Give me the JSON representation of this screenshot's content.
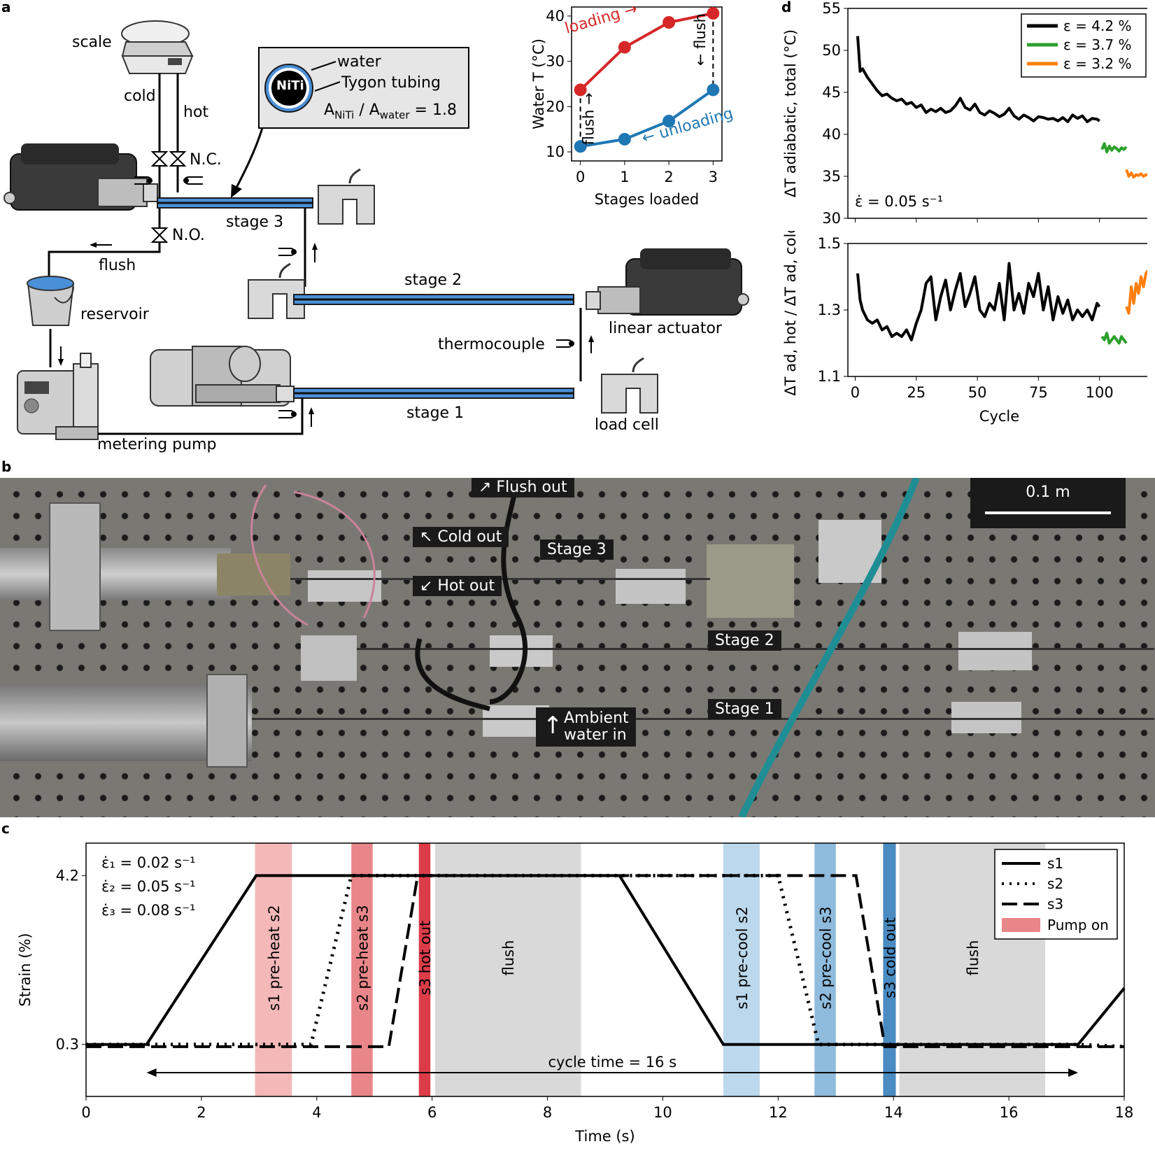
{
  "panels": {
    "a": "a",
    "b": "b",
    "c": "c",
    "d": "d"
  },
  "schematic": {
    "scale": "scale",
    "cold": "cold",
    "hot": "hot",
    "nc": "N.C.",
    "no": "N.O.",
    "flush": "flush",
    "reservoir": "reservoir",
    "metering_pump": "metering pump",
    "stage1": "stage 1",
    "stage2": "stage 2",
    "stage3": "stage 3",
    "linear_actuator": "linear actuator",
    "load_cell": "load cell",
    "thermocouple": "thermocouple",
    "inset": {
      "niti": "NiTi",
      "water": "water",
      "tygon": "Tygon tubing",
      "ratio": "A",
      "ratio_sub1": "NiTi",
      "ratio_mid": " / A",
      "ratio_sub2": "water",
      "ratio_val": " = 1.8"
    }
  },
  "photo": {
    "flush_out": "↗ Flush out",
    "cold_out": "↖ Cold out",
    "hot_out": "↙ Hot out",
    "stage3": "Stage 3",
    "stage2": "Stage 2",
    "stage1": "Stage 1",
    "ambient1": "Ambient",
    "ambient2": "water in",
    "scale_bar": "0.1 m"
  },
  "colors": {
    "loading": "#d62728",
    "unloading": "#1f77b4",
    "green": "#2ca02c",
    "orange": "#ff7f0e",
    "tube": "#4a90d9"
  },
  "chart_data": [
    {
      "id": "water_temperature",
      "type": "line",
      "xlabel": "Stages loaded",
      "ylabel": "Water T (°C)",
      "xlim": [
        -0.2,
        3.2
      ],
      "ylim": [
        8,
        42
      ],
      "xticks": [
        0,
        1,
        2,
        3
      ],
      "yticks": [
        10,
        20,
        30,
        40
      ],
      "series": [
        {
          "name": "loading →",
          "x": [
            0,
            1,
            2,
            3
          ],
          "values": [
            23.7,
            33.1,
            38.6,
            40.6
          ]
        },
        {
          "name": "← unloading",
          "x": [
            0,
            1,
            2,
            3
          ],
          "values": [
            11.2,
            12.8,
            16.8,
            23.7
          ]
        }
      ],
      "annotations": [
        "flush →",
        "← flush"
      ]
    },
    {
      "id": "delta_T_total",
      "type": "line",
      "ylabel": "ΔT adiabatic, total (°C)",
      "xlim": [
        -3,
        121
      ],
      "ylim": [
        30,
        55
      ],
      "yticks": [
        30,
        35,
        40,
        45,
        50,
        55
      ],
      "annotation": "ε̇ = 0.05 s⁻¹",
      "series": [
        {
          "name": "ε = 4.2 %",
          "x": [
            1,
            2,
            3,
            5,
            7,
            9,
            11,
            13,
            15,
            17,
            19,
            21,
            23,
            25,
            27,
            29,
            31,
            33,
            35,
            37,
            39,
            41,
            43,
            45,
            47,
            49,
            51,
            53,
            55,
            57,
            59,
            61,
            63,
            65,
            67,
            69,
            71,
            73,
            75,
            77,
            79,
            81,
            83,
            85,
            87,
            89,
            91,
            93,
            95,
            97,
            99,
            100
          ],
          "values": [
            51.7,
            47.5,
            47.8,
            46.8,
            46.0,
            45.2,
            44.6,
            44.8,
            44.3,
            44.0,
            44.2,
            43.6,
            43.8,
            43.2,
            43.5,
            42.6,
            43.0,
            42.7,
            43.1,
            42.6,
            42.8,
            43.4,
            44.3,
            43.2,
            42.9,
            43.6,
            42.6,
            42.3,
            42.8,
            42.5,
            42.1,
            42.4,
            43.1,
            42.2,
            41.8,
            42.3,
            42.0,
            41.6,
            42.1,
            42.0,
            41.8,
            41.9,
            41.6,
            42.0,
            41.5,
            42.3,
            41.9,
            42.2,
            41.5,
            41.9,
            41.8,
            41.6
          ]
        },
        {
          "name": "ε = 3.7 %",
          "x": [
            101,
            102,
            103,
            104,
            105,
            106,
            107,
            108,
            109,
            110,
            111
          ],
          "values": [
            38.2,
            38.9,
            37.9,
            38.6,
            38.1,
            38.5,
            38.3,
            38.0,
            38.4,
            38.2,
            38.5
          ]
        },
        {
          "name": "ε = 3.2 %",
          "x": [
            111,
            112,
            113,
            114,
            115,
            116,
            117,
            118,
            119,
            120
          ],
          "values": [
            35.8,
            35.0,
            35.4,
            34.9,
            35.2,
            35.1,
            35.3,
            35.0,
            35.2,
            35.1
          ]
        }
      ]
    },
    {
      "id": "delta_T_ratio",
      "type": "line",
      "xlabel": "Cycle",
      "ylabel": "ΔT ad, hot / ΔT ad, cold",
      "xlim": [
        -3,
        121
      ],
      "ylim": [
        1.1,
        1.5
      ],
      "xticks": [
        0,
        25,
        50,
        75,
        100
      ],
      "yticks": [
        1.1,
        1.3,
        1.5
      ],
      "series": [
        {
          "name": "ε = 4.2 %",
          "x": [
            1,
            2,
            3,
            5,
            7,
            9,
            11,
            13,
            15,
            17,
            19,
            21,
            23,
            25,
            27,
            29,
            31,
            33,
            35,
            37,
            39,
            41,
            43,
            45,
            47,
            49,
            51,
            53,
            55,
            57,
            59,
            61,
            63,
            65,
            67,
            69,
            71,
            73,
            75,
            77,
            79,
            81,
            83,
            85,
            87,
            89,
            91,
            93,
            95,
            97,
            99,
            100
          ],
          "values": [
            1.41,
            1.33,
            1.3,
            1.27,
            1.26,
            1.27,
            1.24,
            1.25,
            1.22,
            1.23,
            1.22,
            1.24,
            1.21,
            1.26,
            1.3,
            1.38,
            1.4,
            1.27,
            1.34,
            1.39,
            1.3,
            1.36,
            1.41,
            1.31,
            1.35,
            1.4,
            1.3,
            1.28,
            1.32,
            1.3,
            1.38,
            1.27,
            1.44,
            1.3,
            1.35,
            1.29,
            1.38,
            1.34,
            1.41,
            1.3,
            1.37,
            1.27,
            1.34,
            1.29,
            1.33,
            1.27,
            1.3,
            1.28,
            1.3,
            1.27,
            1.32,
            1.31
          ]
        },
        {
          "name": "ε = 3.7 %",
          "x": [
            101,
            102,
            103,
            104,
            105,
            106,
            107,
            108,
            109,
            110,
            111
          ],
          "values": [
            1.22,
            1.21,
            1.23,
            1.2,
            1.21,
            1.22,
            1.21,
            1.2,
            1.22,
            1.21,
            1.2
          ]
        },
        {
          "name": "ε = 3.2 %",
          "x": [
            111,
            112,
            113,
            114,
            115,
            116,
            117,
            118,
            119,
            120
          ],
          "values": [
            1.31,
            1.29,
            1.37,
            1.32,
            1.38,
            1.35,
            1.4,
            1.37,
            1.41,
            1.42
          ]
        }
      ]
    },
    {
      "id": "strain_timing",
      "type": "line",
      "xlabel": "Time (s)",
      "ylabel": "Strain (%)",
      "xlim": [
        0,
        18
      ],
      "ylim": [
        -0.9,
        4.95
      ],
      "xticks": [
        0,
        2,
        4,
        6,
        8,
        10,
        12,
        14,
        16,
        18
      ],
      "yticks": [
        0.3,
        4.2
      ],
      "rates": [
        "ε̇₁ = 0.02 s⁻¹",
        "ε̇₂ = 0.05 s⁻¹",
        "ε̇₃ = 0.08 s⁻¹"
      ],
      "series": [
        {
          "name": "s1",
          "x": [
            0,
            1.05,
            2.95,
            9.25,
            11.05,
            17.2,
            18
          ],
          "values": [
            0.3,
            0.3,
            4.2,
            4.2,
            0.3,
            0.3,
            1.6
          ]
        },
        {
          "name": "s2",
          "x": [
            0,
            3.9,
            4.6,
            10.4,
            11.15,
            12.0,
            12.7,
            17.2,
            18
          ],
          "values": [
            0.3,
            0.3,
            4.2,
            4.2,
            4.2,
            4.2,
            0.3,
            0.3,
            0.25
          ]
        },
        {
          "name": "s3",
          "x": [
            0,
            5.25,
            5.75,
            13.35,
            13.85,
            17.2,
            18
          ],
          "values": [
            0.25,
            0.25,
            4.2,
            4.2,
            0.25,
            0.25,
            0.25
          ]
        }
      ],
      "bands": [
        {
          "label": "s1 pre-heat s2",
          "start": 2.93,
          "end": 3.57,
          "color": "#f4b8b8"
        },
        {
          "label": "s2 pre-heat s3",
          "start": 4.6,
          "end": 4.97,
          "color": "#e9868a"
        },
        {
          "label": "s3 hot out",
          "start": 5.77,
          "end": 5.97,
          "color": "#dc3c48"
        },
        {
          "label": "flush",
          "start": 6.05,
          "end": 8.58,
          "color": "#d9d9d9"
        },
        {
          "label": "s1 pre-cool s2",
          "start": 11.05,
          "end": 11.68,
          "color": "#bcd8ec"
        },
        {
          "label": "s2 pre-cool s3",
          "start": 12.63,
          "end": 13.0,
          "color": "#8fbbdc"
        },
        {
          "label": "s3 cold out",
          "start": 13.82,
          "end": 14.04,
          "color": "#4a8bc2"
        },
        {
          "label": "flush",
          "start": 14.1,
          "end": 16.63,
          "color": "#d9d9d9"
        }
      ],
      "legend_extra": "Pump on",
      "annotation": "cycle time = 16 s"
    }
  ]
}
